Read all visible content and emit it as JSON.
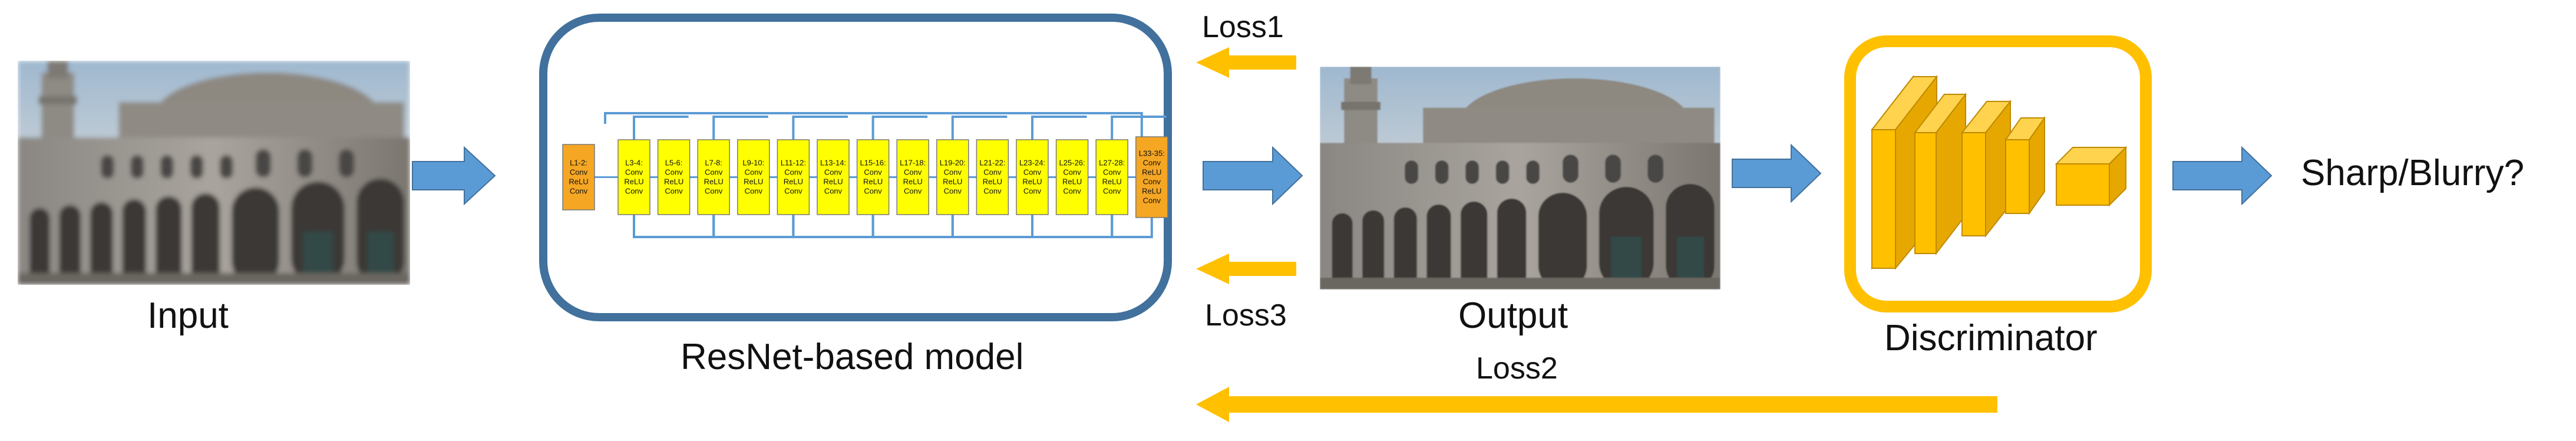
{
  "colors": {
    "arrow_blue": "#5b9bd5",
    "loss_orange": "#ffc000",
    "model_border": "#41719c",
    "discriminator_border": "#ffc000",
    "block_yellow": "#ffff00",
    "block_orange": "#f5a623",
    "disc_yellow_front": "#ffc000",
    "disc_yellow_side": "#e6a800"
  },
  "input": {
    "label": "Input",
    "image": "photo of ornate building facade (blurry)"
  },
  "model": {
    "label": "ResNet-based model",
    "blocks": [
      "L1-2:\nConv\nReLU\nConv",
      "L3-4:\nConv\nReLU\nConv",
      "L5-6:\nConv\nReLU\nConv",
      "L7-8:\nConv\nReLU\nConv",
      "L9-10:\nConv\nReLU\nConv",
      "L11-12:\nConv\nReLU\nConv",
      "L13-14:\nConv\nReLU\nConv",
      "L15-16:\nConv\nReLU\nConv",
      "L17-18:\nConv\nReLU\nConv",
      "L19-20:\nConv\nReLU\nConv",
      "L21-22:\nConv\nReLU\nConv",
      "L23-24:\nConv\nReLU\nConv",
      "L25-26:\nConv\nReLU\nConv",
      "L27-28:\nConv\nReLU\nConv",
      "L33-35:\nConv\nReLU\nConv\nReLU\nConv"
    ]
  },
  "output": {
    "label": "Output",
    "image": "photo of ornate building facade (deblurred)"
  },
  "discriminator": {
    "label": "Discriminator"
  },
  "result": {
    "label": "Sharp/Blurry?"
  },
  "losses": {
    "loss1": "Loss1",
    "loss2": "Loss2",
    "loss3": "Loss3"
  }
}
